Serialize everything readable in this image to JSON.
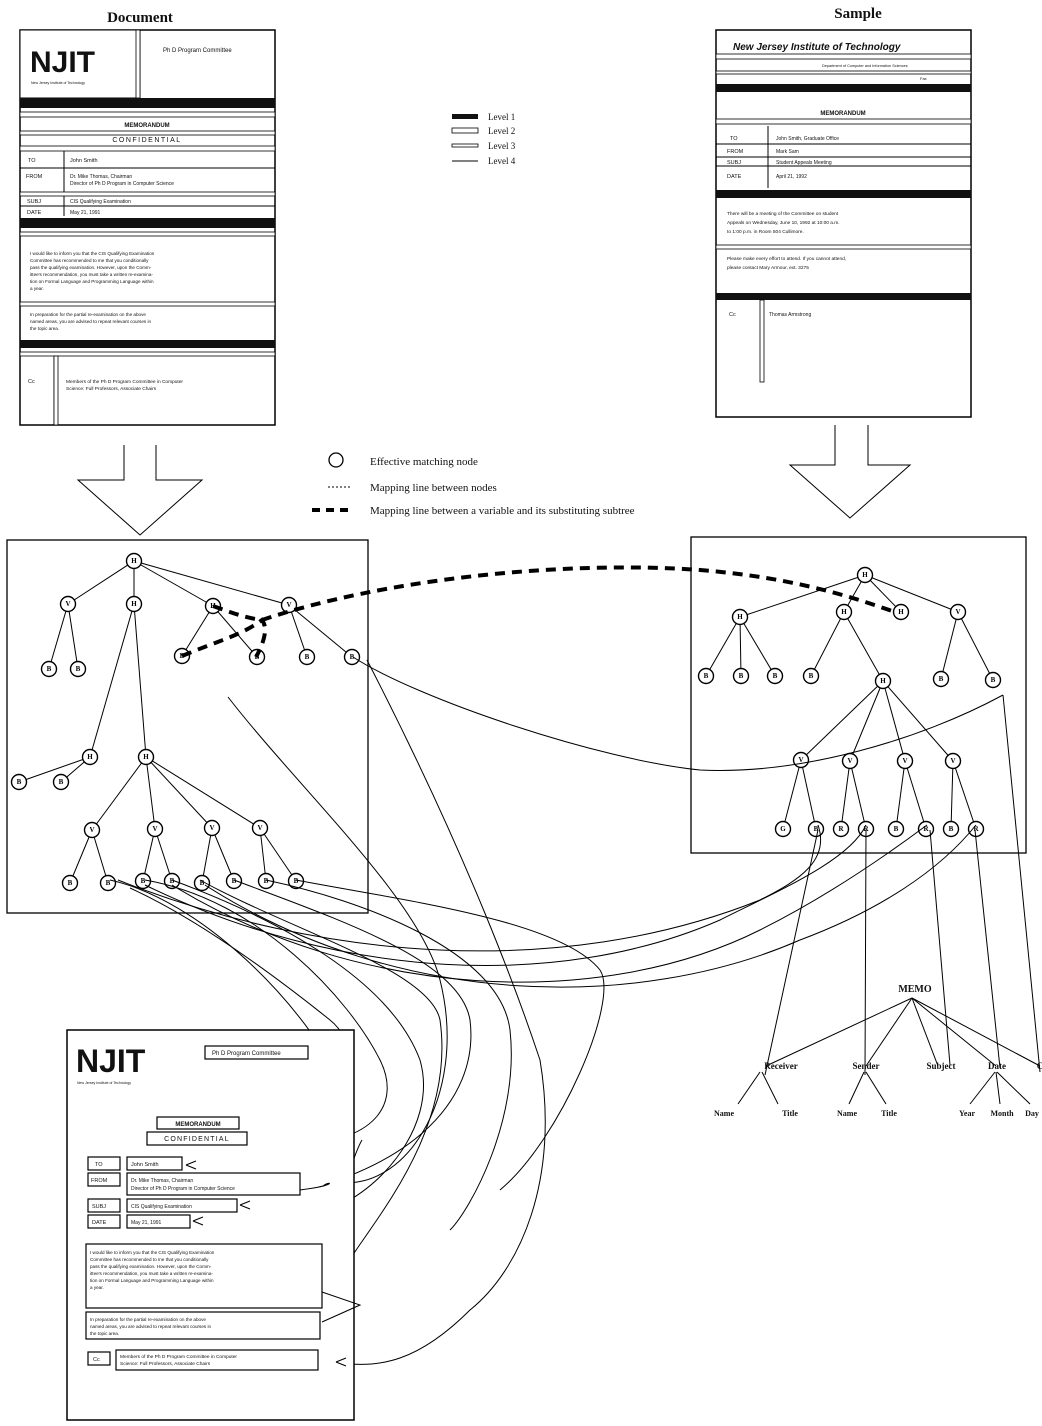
{
  "headers": {
    "document": "Document",
    "sample": "Sample"
  },
  "legend_levels": [
    "Level 1",
    "Level 2",
    "Level 3",
    "Level 4"
  ],
  "legend_mapping": {
    "node": "Effective matching node",
    "dotted": "Mapping line between nodes",
    "dashed": "Mapping line between a variable and its substituting subtree"
  },
  "doc_memo": {
    "logo": "NJIT",
    "logo_sub": "New Jersey Institute of Technology",
    "committee": "Ph D Program Committee",
    "memorandum": "MEMORANDUM",
    "confidential": "CONFIDENTIAL",
    "to_label": "TO",
    "to_value": "John Smith",
    "from_label": "FROM",
    "from_value1": "Dr. Mike Thomas, Chairman",
    "from_value2": "Director of Ph D Program in Computer Science",
    "subj_label": "SUBJ",
    "subj_value": "CIS Qualifying Examination",
    "date_label": "DATE",
    "date_value": "May 21, 1991",
    "body1": [
      "I would like to inform you that the CIS Qualifying Examination",
      "Committee has recommended to me that you conditionally",
      "pass the qualifying examination. However, upon the Comm-",
      "ittee's recommendation, you must take a written re-examina-",
      "tion on Formal Language and Programming Language within",
      "a year."
    ],
    "body2": [
      "In preparation for the partial re-examination on the above",
      "named areas, you are advised to repeat relevant courses in",
      "the topic area."
    ],
    "cc_label": "Cc",
    "cc_value1": "Members of the Ph D Program Committee in Computer",
    "cc_value2": "Science: Full Professors, Associate Chairs"
  },
  "sample_memo": {
    "title": "New Jersey Institute of Technology",
    "dept": "Department of Computer and Information Sciences",
    "fax": "Fax",
    "memorandum": "MEMORANDUM",
    "to_label": "TO",
    "to_value": "John Smith, Graduate Office",
    "from_label": "FROM",
    "from_value": "Mark Sam",
    "subj_label": "SUBJ",
    "subj_value": "Student Appeals Meeting",
    "date_label": "DATE",
    "date_value": "April 21, 1992",
    "body1": [
      "There will be a meeting of the Committee on student",
      "Appeals on Wednesday, June 10, 1992 at 10:00 a.m.",
      "to 1:00 p.m. in Room 504 Cullimore."
    ],
    "body2": [
      "Please make every effort to attend. If you cannot attend,",
      "please contact Mary Armour, ext. 3275"
    ],
    "cc_label": "Cc",
    "cc_value": "Thomas Armstrong"
  },
  "memo_tree": {
    "root": "MEMO",
    "children": [
      "Receiver",
      "Sender",
      "Subject",
      "Date",
      "C"
    ],
    "receiver_children": [
      "Name",
      "Title"
    ],
    "sender_children": [
      "Name",
      "Title"
    ],
    "date_children": [
      "Year",
      "Month",
      "Day"
    ]
  }
}
